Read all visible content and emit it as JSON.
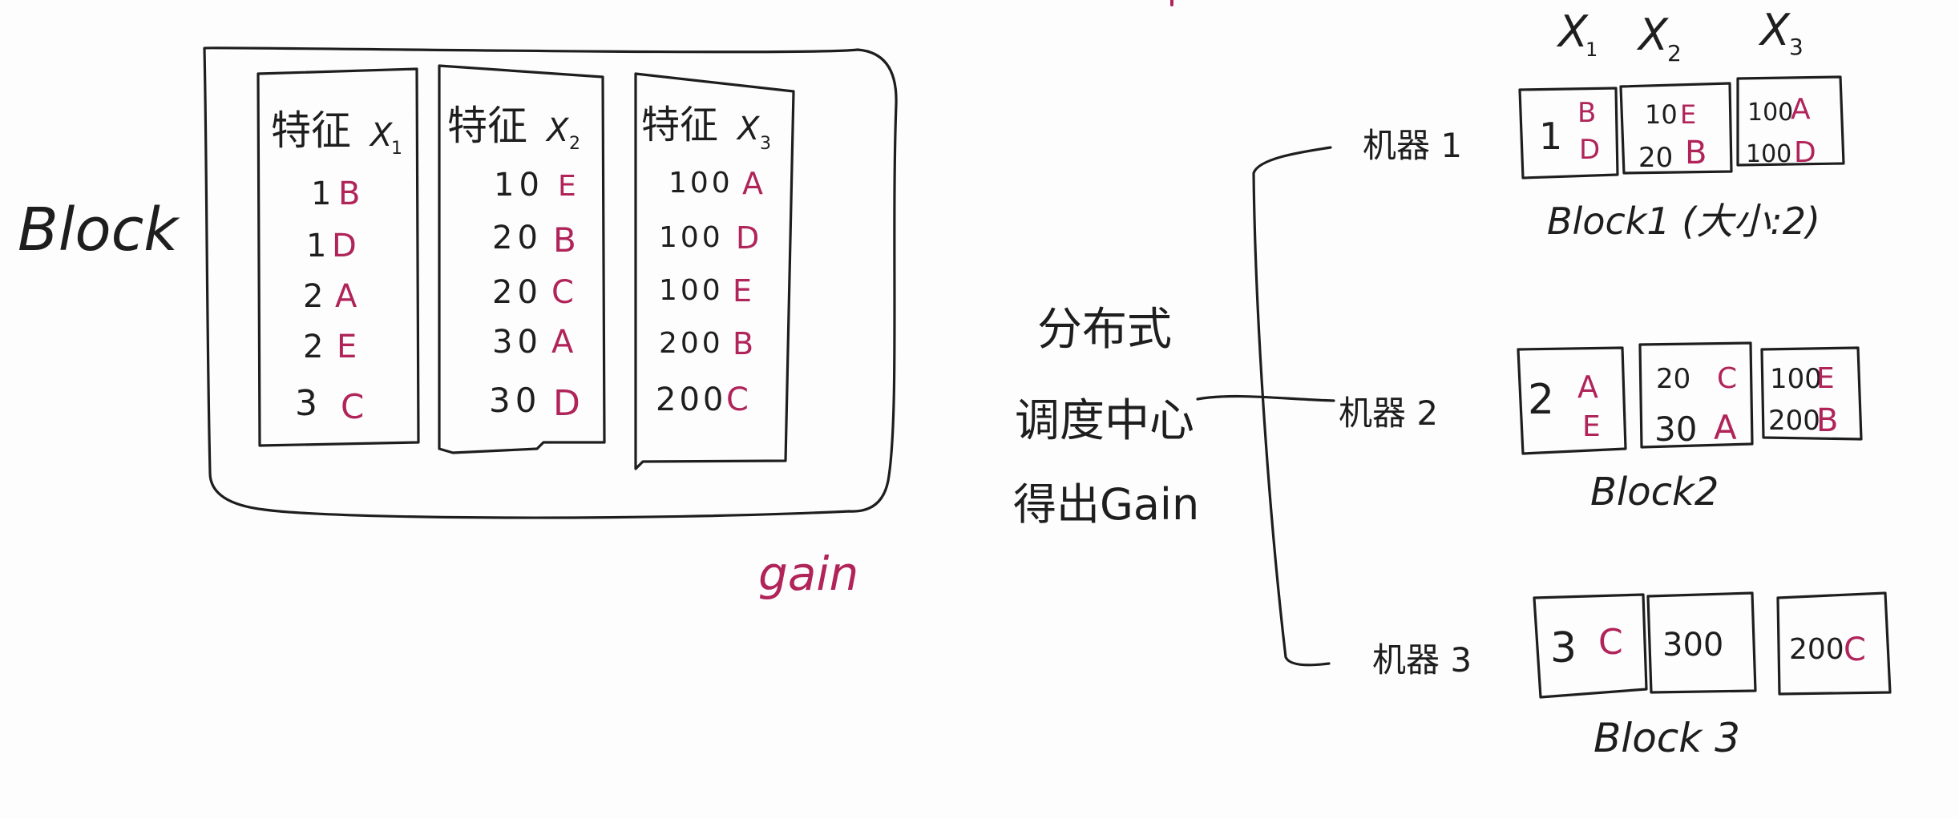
{
  "left": {
    "block_label": "Block",
    "gain_label": "gain",
    "columns": [
      {
        "header": "特征",
        "sub": "X",
        "idx": "1",
        "rows": [
          {
            "v": "1",
            "c": "B"
          },
          {
            "v": "1",
            "c": "D"
          },
          {
            "v": "2",
            "c": "A"
          },
          {
            "v": "2",
            "c": "E"
          },
          {
            "v": "3",
            "c": "C"
          }
        ]
      },
      {
        "header": "特征",
        "sub": "X",
        "idx": "2",
        "rows": [
          {
            "v": "10",
            "c": "E"
          },
          {
            "v": "20",
            "c": "B"
          },
          {
            "v": "20",
            "c": "C"
          },
          {
            "v": "30",
            "c": "A"
          },
          {
            "v": "30",
            "c": "D"
          }
        ]
      },
      {
        "header": "特征",
        "sub": "X",
        "idx": "3",
        "rows": [
          {
            "v": "100",
            "c": "A"
          },
          {
            "v": "100",
            "c": "D"
          },
          {
            "v": "100",
            "c": "E"
          },
          {
            "v": "200",
            "c": "B"
          },
          {
            "v": "200",
            "c": "C"
          }
        ]
      }
    ]
  },
  "center": {
    "lines": [
      "分布式",
      "调度中心",
      "得出Gain"
    ]
  },
  "right": {
    "x_headers": [
      {
        "sub": "X",
        "idx": "1"
      },
      {
        "sub": "X",
        "idx": "2"
      },
      {
        "sub": "X",
        "idx": "3"
      }
    ],
    "machines": [
      {
        "label": "机器 1",
        "block_label": "Block1 (大小:2)",
        "cells": [
          {
            "lines": [
              {
                "v": "1",
                "c": "B"
              },
              {
                "v": "",
                "c": "D"
              }
            ]
          },
          {
            "lines": [
              {
                "v": "10",
                "c": "E"
              },
              {
                "v": "20",
                "c": "B"
              }
            ]
          },
          {
            "lines": [
              {
                "v": "100",
                "c": "A"
              },
              {
                "v": "100",
                "c": "D"
              }
            ]
          }
        ]
      },
      {
        "label": "机器 2",
        "block_label": "Block2",
        "cells": [
          {
            "lines": [
              {
                "v": "2",
                "c": "A"
              },
              {
                "v": "",
                "c": "E"
              }
            ]
          },
          {
            "lines": [
              {
                "v": "20",
                "c": "C"
              },
              {
                "v": "30",
                "c": "A"
              }
            ]
          },
          {
            "lines": [
              {
                "v": "100",
                "c": "E"
              },
              {
                "v": "200",
                "c": "B"
              }
            ]
          }
        ]
      },
      {
        "label": "机器 3",
        "block_label": "Block 3",
        "cells": [
          {
            "lines": [
              {
                "v": "3",
                "c": "C"
              }
            ]
          },
          {
            "lines": [
              {
                "v": "300",
                "c": ""
              }
            ]
          },
          {
            "lines": [
              {
                "v": "200",
                "c": "C"
              }
            ]
          }
        ]
      }
    ]
  },
  "colors": {
    "ink": "#1e1e1e",
    "accent": "#b0245a",
    "paper": "#fdfdfd"
  }
}
